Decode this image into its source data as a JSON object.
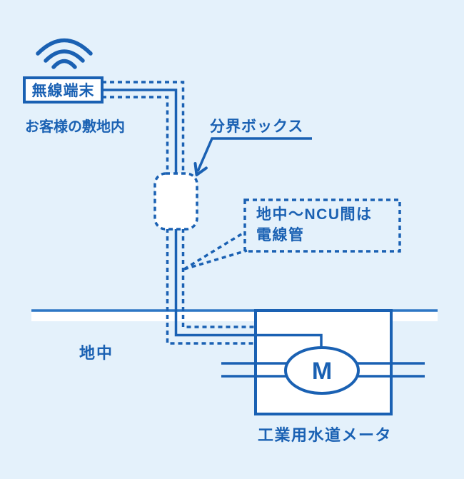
{
  "colors": {
    "blue": "#1a61b3",
    "ground": "#2e77c5",
    "background": "#e4f1fb",
    "white": "#ffffff"
  },
  "diagram": {
    "wireless_terminal": {
      "label": "無線端末"
    },
    "customer_premises_label": "お客様の敷地内",
    "demarcation_box_label": "分界ボックス",
    "conduit_callout": {
      "line1": "地中〜NCU間は",
      "line2": "電線管"
    },
    "underground_label": "地中",
    "meter": {
      "symbol": "M",
      "label": "工業用水道メータ"
    },
    "icons": {
      "wifi": "wifi-signal-arcs"
    }
  }
}
